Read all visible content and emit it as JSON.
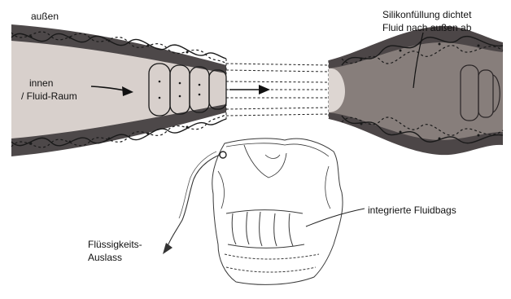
{
  "labels": {
    "outside": "außen",
    "inside_line1": "innen",
    "inside_line2": "/ Fluid-Raum",
    "silicone_line1": "Silikonfüllung dichtet",
    "silicone_line2": "Fluid nach außen ab",
    "fluidbags": "integrierte Fluidbags",
    "outlet_line1": "Flüssigkeits-",
    "outlet_line2": "Auslass"
  },
  "colors": {
    "tube_outer": "#4a4546",
    "tube_inner_left": "#d9d1cd",
    "tube_fill_right": "#857c79",
    "ink": "#1a1a1a",
    "paper": "#ffffff"
  }
}
